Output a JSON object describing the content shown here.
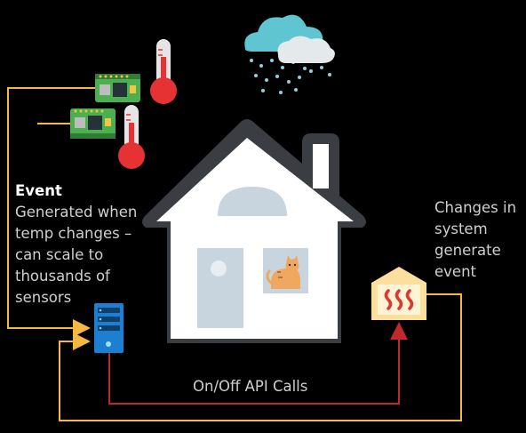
{
  "event": {
    "title": "Event",
    "description": "Generated when temp changes – can scale to thousands of sensors"
  },
  "changes_text": "Changes in system generate event",
  "api_label": "On/Off API Calls",
  "colors": {
    "background": "#000000",
    "event_flow": "#f5b942",
    "api_flow": "#c0282d",
    "house_outline": "#3a3d42",
    "house_body": "#ffffff",
    "house_accent": "#c9d5de",
    "server": "#1d7fd1",
    "heater": "#fcdf9c",
    "heater_waves": "#d93a2e",
    "thermometer_bulb": "#e63232",
    "cloud": "#5fc6d1"
  },
  "icons": [
    "sensor-board-icon",
    "thermometer-icon",
    "storm-cloud-icon",
    "house-icon",
    "cat-icon",
    "server-icon",
    "heater-icon"
  ]
}
